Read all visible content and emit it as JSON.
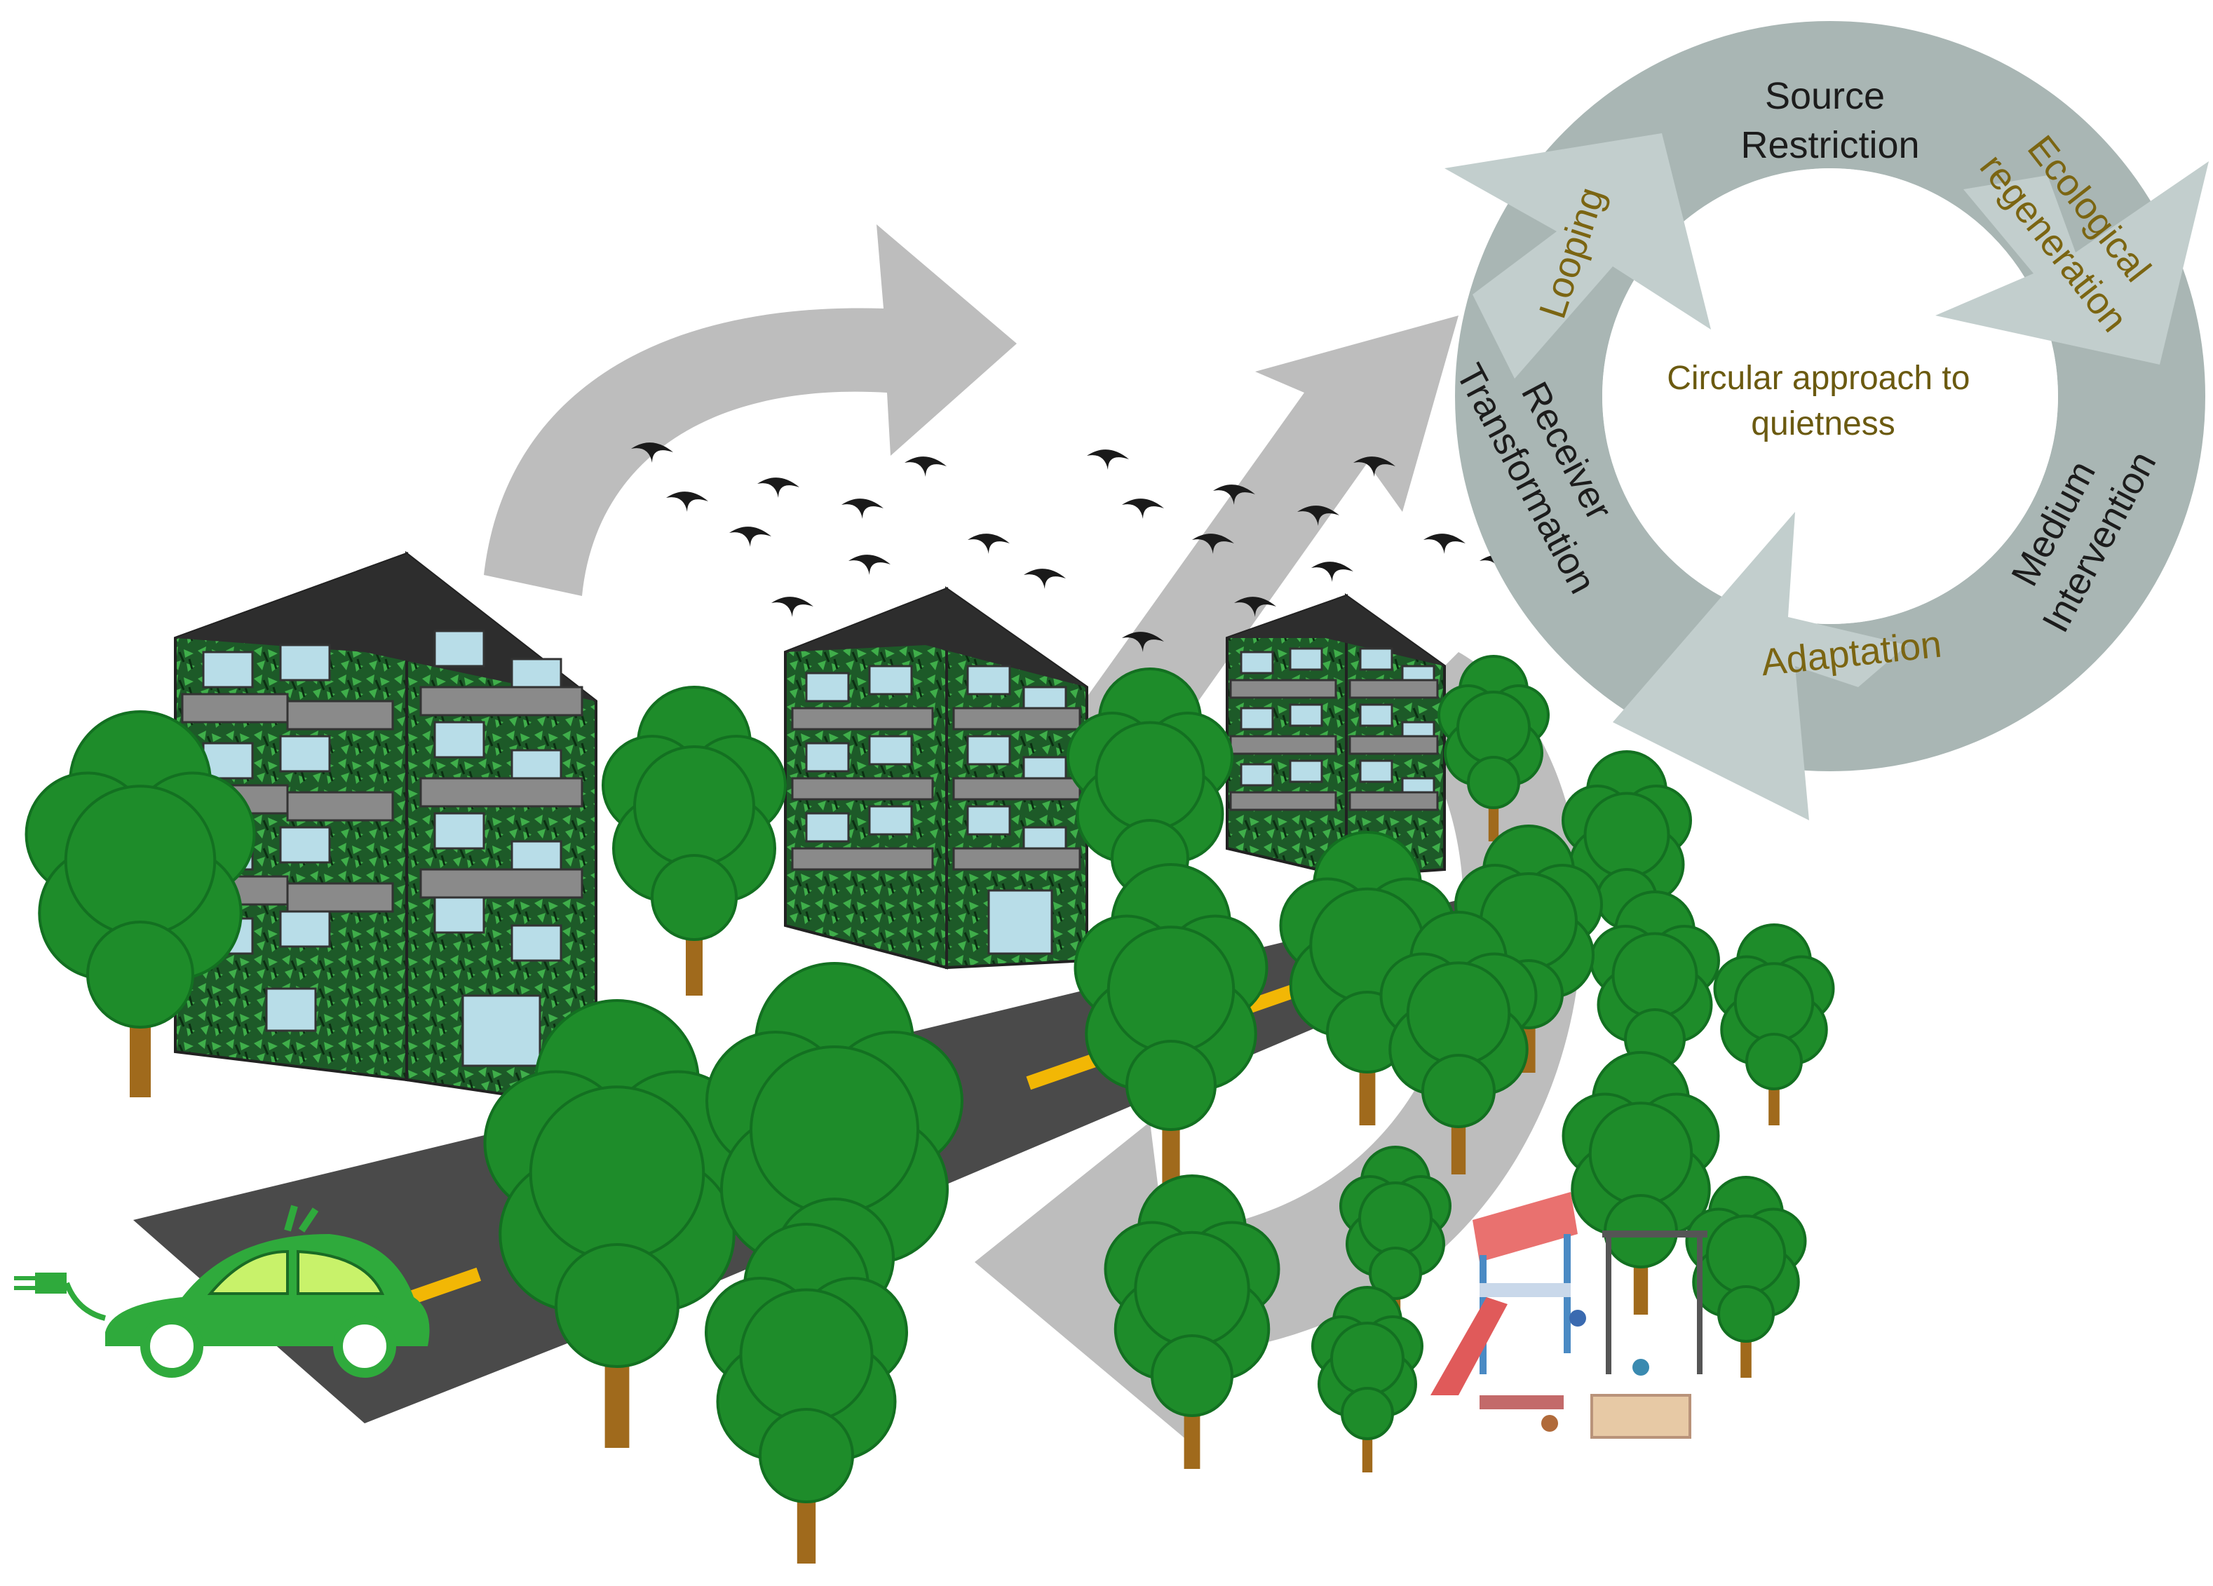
{
  "cycle": {
    "center_line1": "Circular approach to",
    "center_line2": "quietness",
    "segments": [
      {
        "id": "source",
        "lines": [
          "Source",
          "Restriction"
        ],
        "color": "#1c1c1c"
      },
      {
        "id": "ecological",
        "lines": [
          "Ecological",
          "regeneration"
        ],
        "color": "#7b6512"
      },
      {
        "id": "medium",
        "lines": [
          "Medium",
          "Intervention"
        ],
        "color": "#1c1c1c"
      },
      {
        "id": "adaptation",
        "lines": [
          "Adaptation"
        ],
        "color": "#7b6512"
      },
      {
        "id": "receiver",
        "lines": [
          "Receiver",
          "Transformation"
        ],
        "color": "#1c1c1c"
      },
      {
        "id": "looping",
        "lines": [
          "Looping"
        ],
        "color": "#7b6512"
      }
    ]
  },
  "colors": {
    "ring": "#a9b6b4",
    "arrow": "#c2cecd",
    "big_arrow": "#bdbdbd",
    "road": "#4a4a4a",
    "road_line": "#f2b705",
    "tree": "#1e8c2a",
    "trunk": "#a06a1c",
    "facade": "#1f6b2c",
    "car": "#2faa3c",
    "car_window": "#c8f26a"
  },
  "icons": [
    "plug-icon",
    "bird-icon",
    "playground-icon"
  ]
}
